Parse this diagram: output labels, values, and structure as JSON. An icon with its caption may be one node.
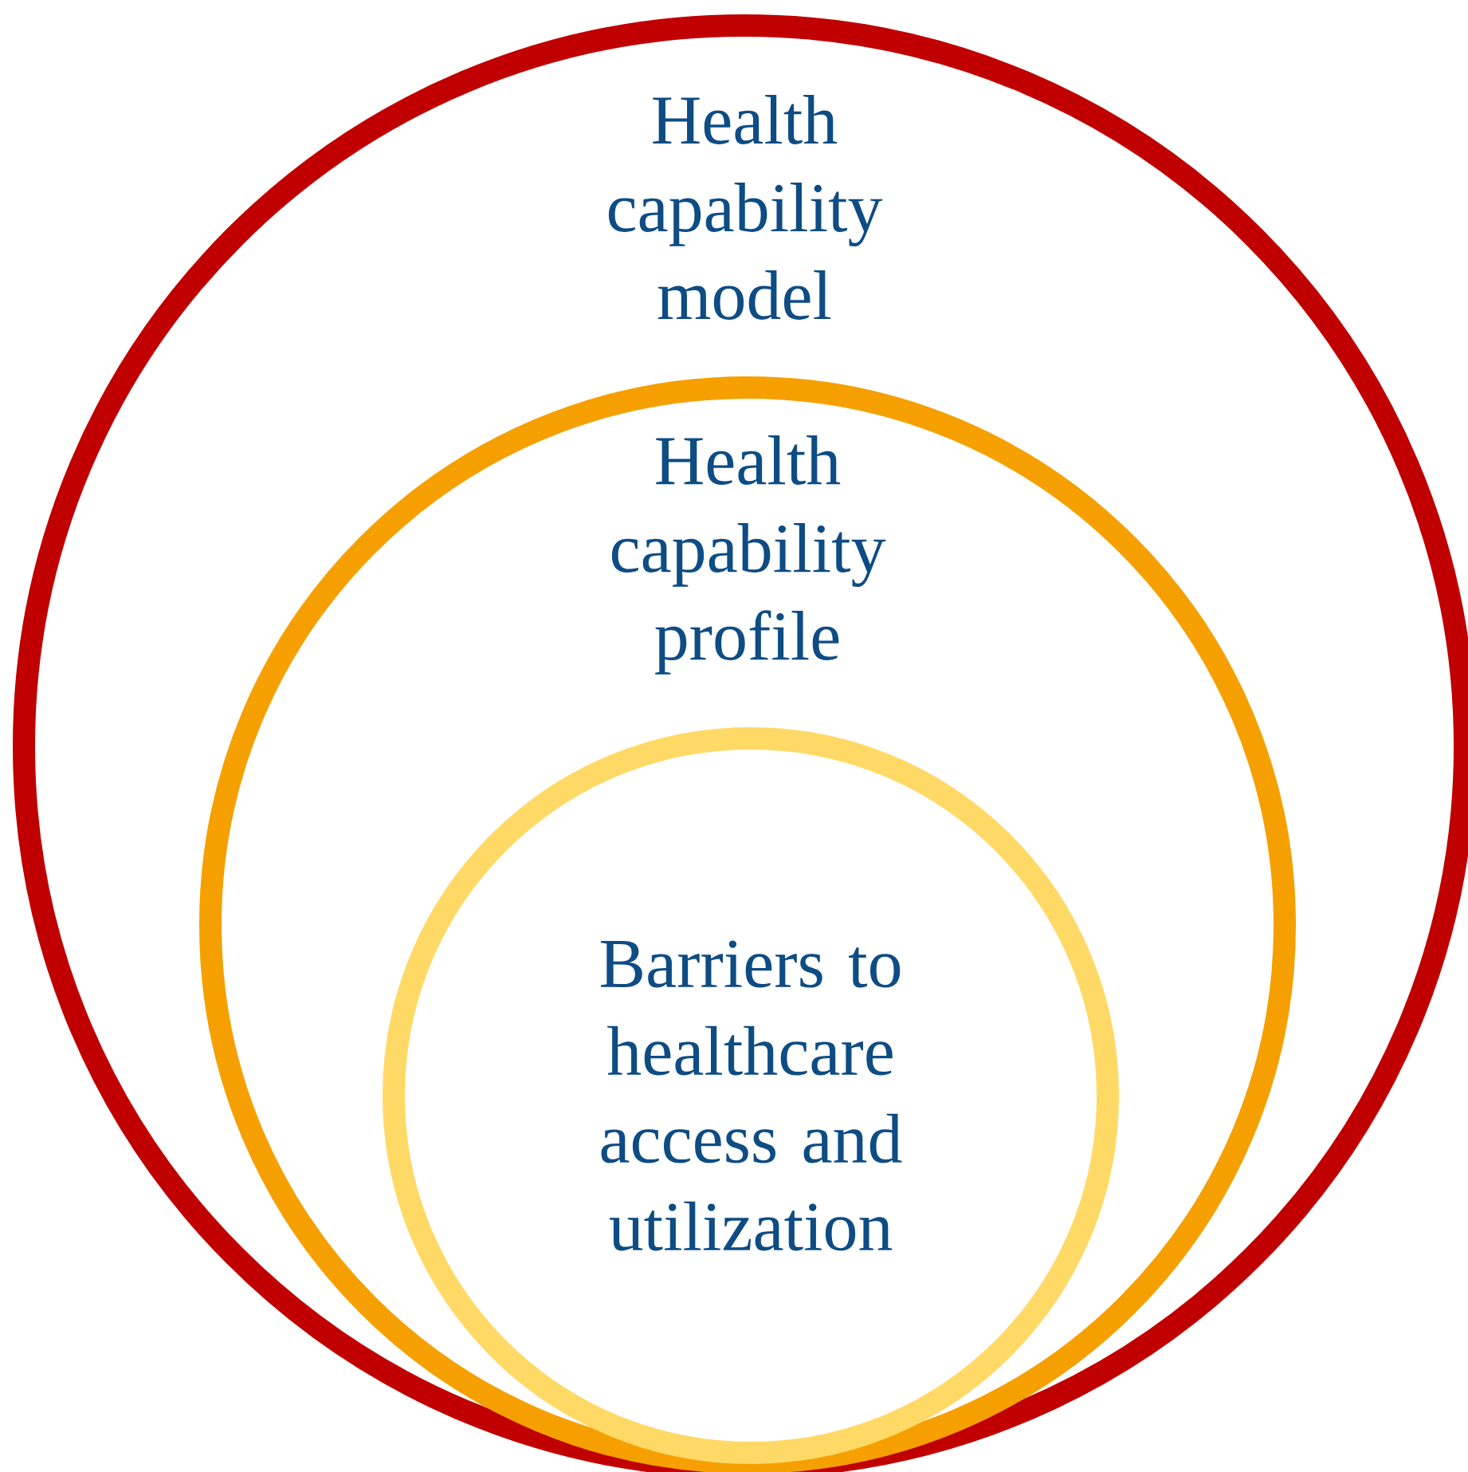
{
  "diagram": {
    "nodes": [
      {
        "text": [
          "Health capability model"
        ]
      },
      {
        "text": [
          "Health capability profile"
        ],
        "in": 0
      },
      {
        "text": [
          "Barriers to healthcare access and utilization"
        ],
        "in": 1
      }
    ]
  }
}
